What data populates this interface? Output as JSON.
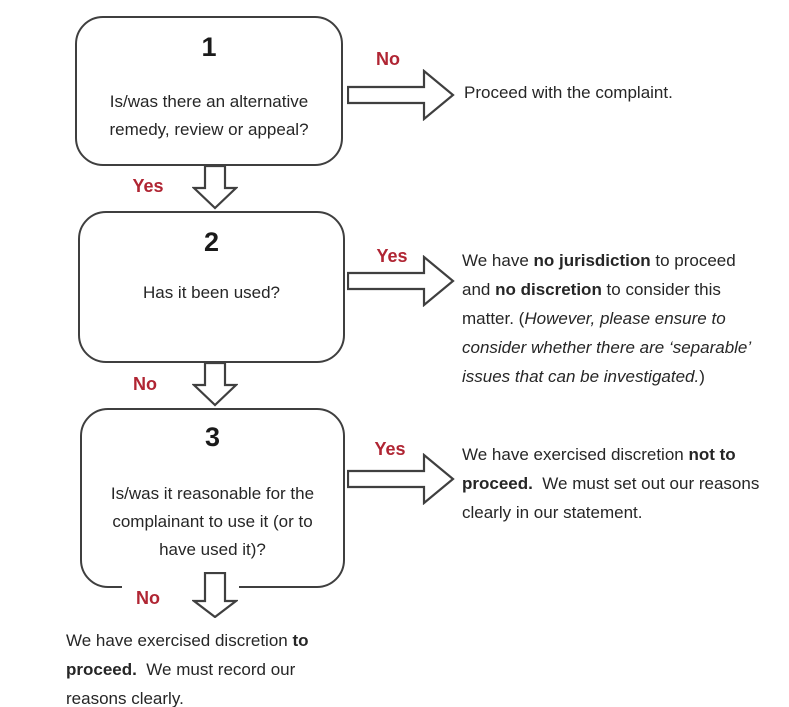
{
  "palette": {
    "accent_red": "#b02533",
    "outline": "#3f3f3f",
    "text": "#262626",
    "background": "#ffffff"
  },
  "flowchart": {
    "steps": [
      {
        "number": "1",
        "question": "Is/was there an alternative remedy, review or appeal?",
        "branch_right": {
          "label": "No",
          "result": [
            {
              "text": "Proceed with the complaint."
            }
          ]
        },
        "branch_down": {
          "label": "Yes"
        }
      },
      {
        "number": "2",
        "question": "Has it been used?",
        "branch_right": {
          "label": "Yes",
          "result": [
            {
              "text": "We have "
            },
            {
              "text": "no jurisdiction",
              "bold": true
            },
            {
              "text": " to proceed and "
            },
            {
              "text": "no discretion",
              "bold": true
            },
            {
              "text": " to consider this matter. ("
            },
            {
              "text": "However, please ensure to consider whether there are ‘separable’ issues that can be investigated.",
              "italic": true
            },
            {
              "text": ")"
            }
          ]
        },
        "branch_down": {
          "label": "No"
        }
      },
      {
        "number": "3",
        "question": "Is/was it reasonable for the complainant to use it (or to have used it)?",
        "branch_right": {
          "label": "Yes",
          "result": [
            {
              "text": "We have exercised discretion "
            },
            {
              "text": "not to proceed.",
              "bold": true
            },
            {
              "text": "  We must set out our reasons clearly in our statement."
            }
          ]
        },
        "branch_down": {
          "label": "No",
          "result": [
            {
              "text": "We have exercised discretion "
            },
            {
              "text": "to proceed.",
              "bold": true
            },
            {
              "text": "  We must record our reasons clearly."
            }
          ]
        }
      }
    ]
  }
}
